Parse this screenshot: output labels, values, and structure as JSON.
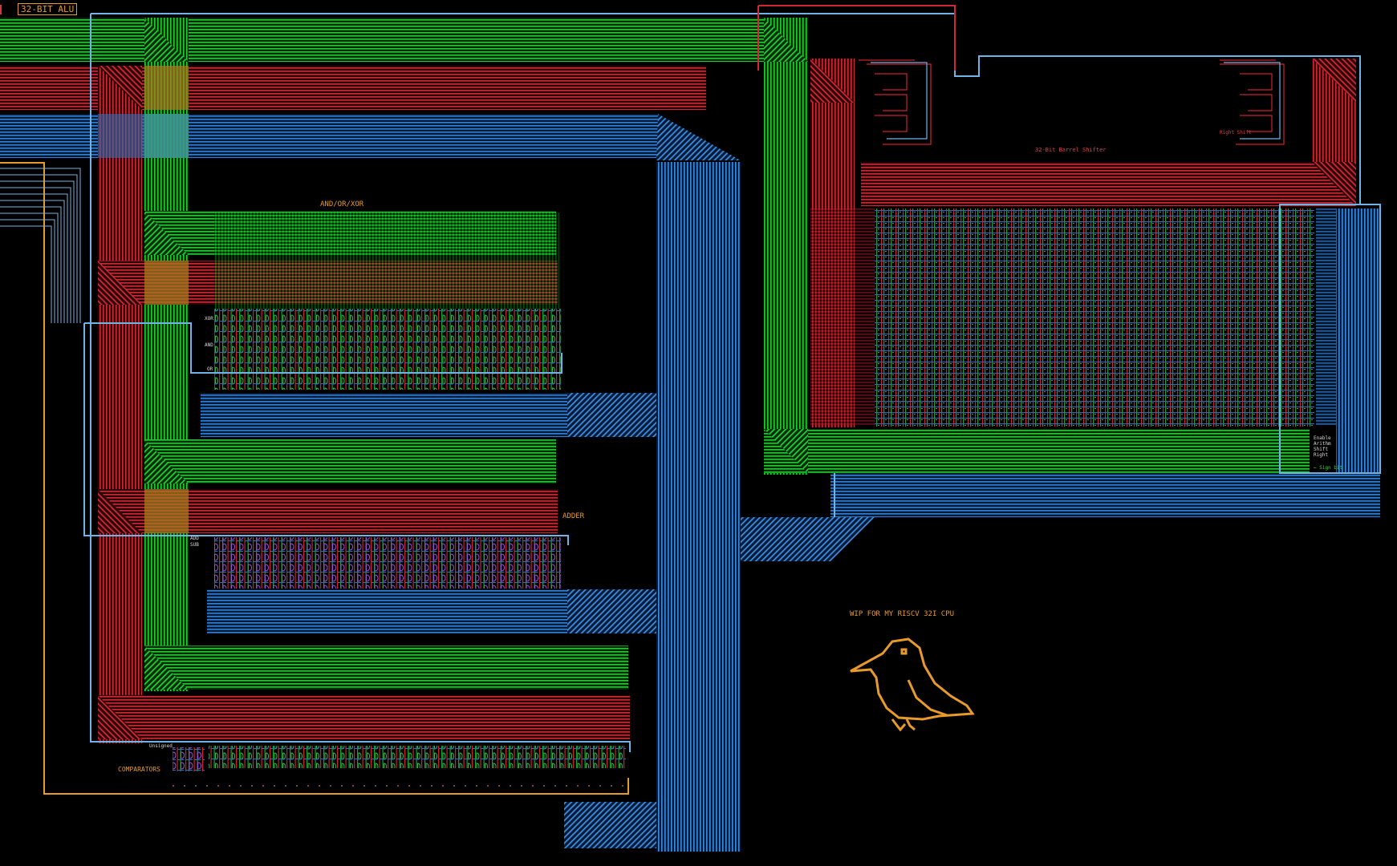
{
  "title_box": "32-BIT ALU",
  "sections": {
    "logic": "AND/OR/XOR",
    "adder": "ADDER",
    "comparators": "COMPARATORS",
    "shifter": "32-Bit Barrel Shifter",
    "right_shift": "Right Shift"
  },
  "op_labels": {
    "xor": "XOR",
    "and": "AND",
    "or": "OR",
    "add": "ADD",
    "sub": "SUB",
    "unsigned": "Unsigned"
  },
  "shifter_controls": [
    "Enable",
    "Arithm",
    "Shift",
    "Right"
  ],
  "sign_bit": "← Sign bit",
  "caption": "WIP FOR MY RISCV 32I CPU",
  "bit_count": 32,
  "colors": {
    "background": "#000000",
    "bus_green": "#19c22a",
    "bus_red": "#c8232e",
    "bus_blue": "#2f7fd6",
    "wire_light_blue": "#6fb4e6",
    "wire_orange": "#e89a2a",
    "label_orange": "#e89a2a"
  },
  "icons": [
    "crow-pixel-art-icon"
  ]
}
